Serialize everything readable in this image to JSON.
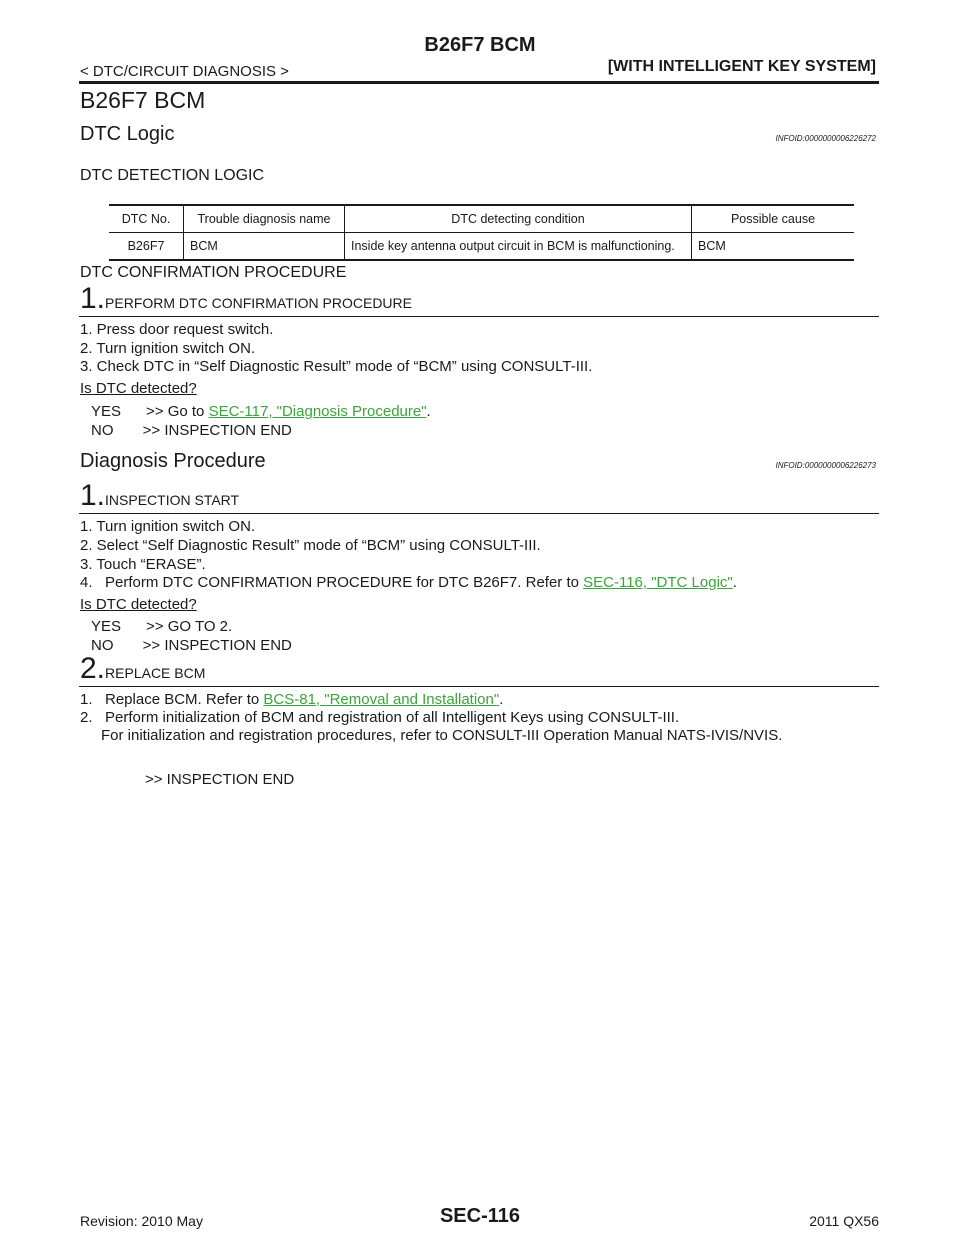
{
  "header": {
    "title": "B26F7 BCM",
    "breadcrumb": "< DTC/CIRCUIT DIAGNOSIS >",
    "section": "[WITH INTELLIGENT KEY SYSTEM]"
  },
  "page_title": "B26F7 BCM",
  "dtc_logic": {
    "heading": "DTC Logic",
    "infoid": "INFOID:0000000006226272",
    "detection_logic_heading": "DTC DETECTION LOGIC",
    "table": {
      "headers": [
        "DTC No.",
        "Trouble diagnosis name",
        "DTC detecting condition",
        "Possible cause"
      ],
      "rows": [
        [
          "B26F7",
          "BCM",
          "Inside key antenna output circuit in BCM is malfunctioning.",
          "BCM"
        ]
      ]
    },
    "confirmation_heading": "DTC CONFIRMATION PROCEDURE",
    "step1": {
      "number": "1.",
      "label": "PERFORM DTC CONFIRMATION PROCEDURE",
      "items": [
        "1.   Press door request switch.",
        "2.   Turn ignition switch ON.",
        "3.   Check DTC in “Self Diagnostic Result” mode of “BCM” using CONSULT-III."
      ],
      "question": "Is DTC detected?",
      "yes_prefix": "YES      >> Go to ",
      "yes_link": "SEC-117, \"Diagnosis Procedure\"",
      "yes_suffix": ".",
      "no": "NO       >> INSPECTION END"
    }
  },
  "diagnosis": {
    "heading": "Diagnosis Procedure",
    "infoid": "INFOID:0000000006226273",
    "step1": {
      "number": "1.",
      "label": "INSPECTION START",
      "items": [
        "1.   Turn ignition switch ON.",
        "2.   Select “Self Diagnostic Result” mode of “BCM” using CONSULT-III.",
        "3.   Touch “ERASE”."
      ],
      "item4_prefix": "4.   Perform DTC CONFIRMATION PROCEDURE for DTC B26F7. Refer to ",
      "item4_link": "SEC-116, \"DTC Logic\"",
      "item4_suffix": ".",
      "question": "Is DTC detected?",
      "yes": "YES      >> GO TO 2.",
      "no": "NO       >> INSPECTION END"
    },
    "step2": {
      "number": "2.",
      "label": "REPLACE BCM",
      "item1_prefix": "1.   Replace BCM. Refer to ",
      "item1_link": "BCS-81, \"Removal and Installation\"",
      "item1_suffix": ".",
      "item2": "2.   Perform initialization of BCM and registration of all Intelligent Keys using CONSULT-III.",
      "item2_sub": "For initialization and registration procedures, refer to CONSULT-III Operation Manual NATS-IVIS/NVIS.",
      "end": ">> INSPECTION END"
    }
  },
  "footer": {
    "revision": "Revision: 2010 May",
    "page": "SEC-116",
    "model": "2011 QX56"
  }
}
